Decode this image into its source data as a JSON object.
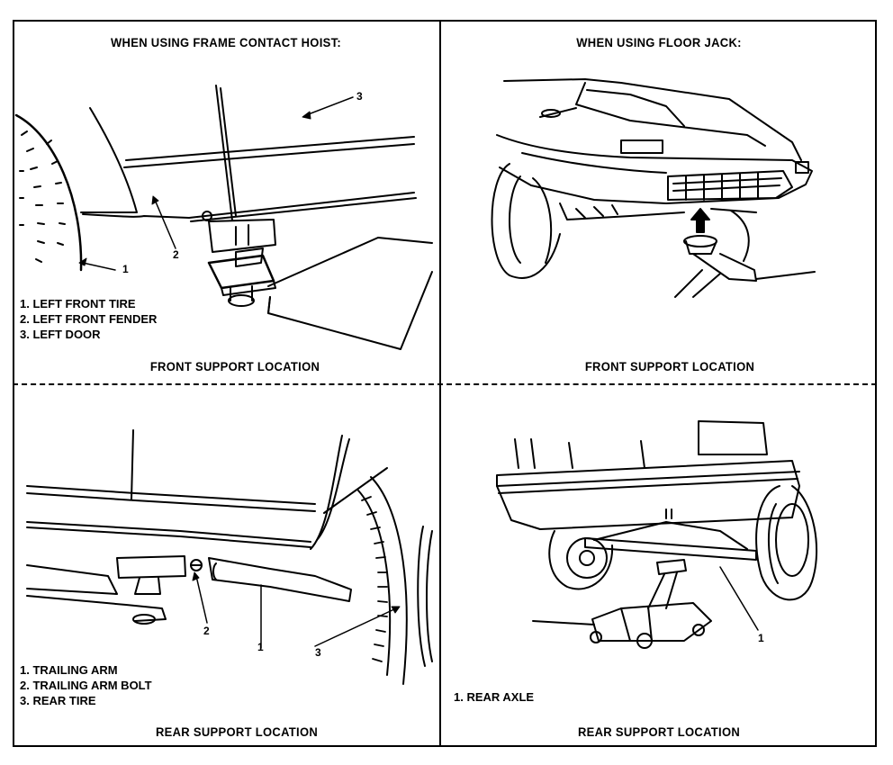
{
  "panels": {
    "top_left": {
      "header": "WHEN USING FRAME CONTACT HOIST:",
      "legend": [
        "1.  LEFT FRONT TIRE",
        "2.  LEFT FRONT FENDER",
        "3.  LEFT DOOR"
      ],
      "callouts": [
        "1",
        "2",
        "3"
      ],
      "caption": "FRONT SUPPORT LOCATION"
    },
    "top_right": {
      "header": "WHEN USING FLOOR JACK:",
      "caption": "FRONT SUPPORT LOCATION"
    },
    "bottom_left": {
      "legend": [
        "1.  TRAILING ARM",
        "2.  TRAILING ARM BOLT",
        "3.  REAR TIRE"
      ],
      "callouts": [
        "2",
        "1",
        "3"
      ],
      "caption": "REAR SUPPORT LOCATION"
    },
    "bottom_right": {
      "legend": [
        "1.  REAR AXLE"
      ],
      "callouts": [
        "1"
      ],
      "caption": "REAR SUPPORT LOCATION"
    }
  }
}
